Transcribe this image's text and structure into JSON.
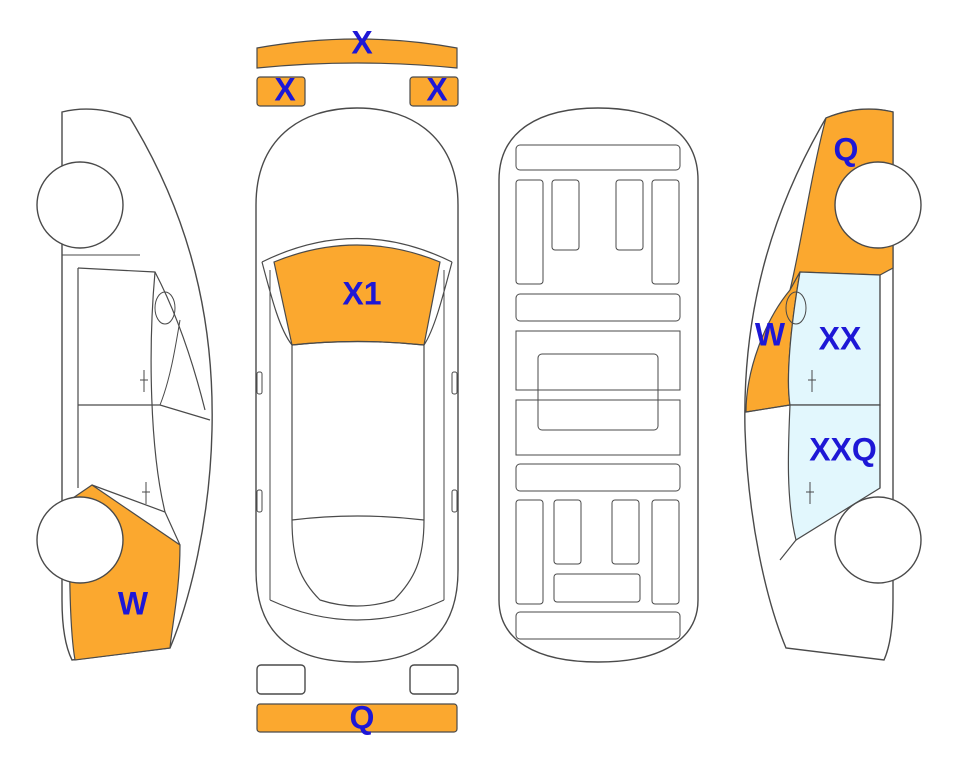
{
  "colors": {
    "damage": "#fba82f",
    "glass": "#e2f7fd",
    "label": "#1d17d6",
    "outline": "#4a4a4a"
  },
  "labels": {
    "front_bumper_top": "X",
    "front_light_left": "X",
    "front_light_right": "X",
    "windshield": "X1",
    "rear_bumper": "Q",
    "left_rear_quarter": "W",
    "right_front_fender": "Q",
    "right_a_pillar": "W",
    "right_front_door": "XX",
    "right_rear_door": "XXQ"
  }
}
